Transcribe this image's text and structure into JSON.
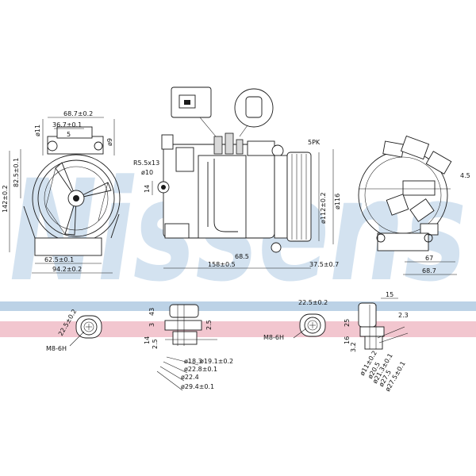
{
  "watermark": {
    "text": "Nissens",
    "color": "#c9dced"
  },
  "bands": {
    "blue": "#bcd2e6",
    "pink": "#f2c6cf"
  },
  "front_view": {
    "dims": {
      "top_width": "68.7±0.2",
      "mid_width": "36.7±0.1",
      "small": "5",
      "hole_left": "ø11",
      "hole_right": "ø9",
      "height_outer": "142±0.2",
      "height_inner": "82.5±0.1",
      "bottom_inner": "62.5±0.1",
      "bottom_outer": "94.2±0.2"
    }
  },
  "side_view": {
    "dims": {
      "mount_radius": "R5.5x13",
      "bore": "ø10",
      "offset": "14",
      "length": "158±0.5",
      "lower_offset": "68.5",
      "pulley_depth": "37.5±0.7",
      "pulley_label": "5PK",
      "pulley_diam": "ø112±0.2",
      "body_diam": "ø116"
    }
  },
  "right_view": {
    "dims": {
      "side": "4.5",
      "lower": "67",
      "bottom": "68.7"
    }
  },
  "detail_left": {
    "dims": {
      "angle": "22.5±0.2",
      "thread": "M8-6H"
    }
  },
  "detail_mid_left": {
    "dims": {
      "d1": "43",
      "d2": "3",
      "d3": "14",
      "d4": "2.5",
      "d5": "2.5",
      "bore1": "ø19.1±0.2",
      "bore2": "ø18.3",
      "bore3": "ø22.8±0.1",
      "bore4": "ø22.4",
      "bore5": "ø29.4±0.1"
    }
  },
  "detail_mid_right": {
    "dims": {
      "angle": "22.5±0.2",
      "thread": "M8-6H"
    }
  },
  "detail_right": {
    "dims": {
      "d1": "15",
      "d2": "2.3",
      "d3": "25",
      "d4": "16",
      "d5": "3.2",
      "bore1": "ø11±0.2",
      "bore2": "ø20.5",
      "bore3": "ø21.3±0.1",
      "bore4": "ø27.5",
      "bore5": "ø27.5±0.1"
    }
  }
}
